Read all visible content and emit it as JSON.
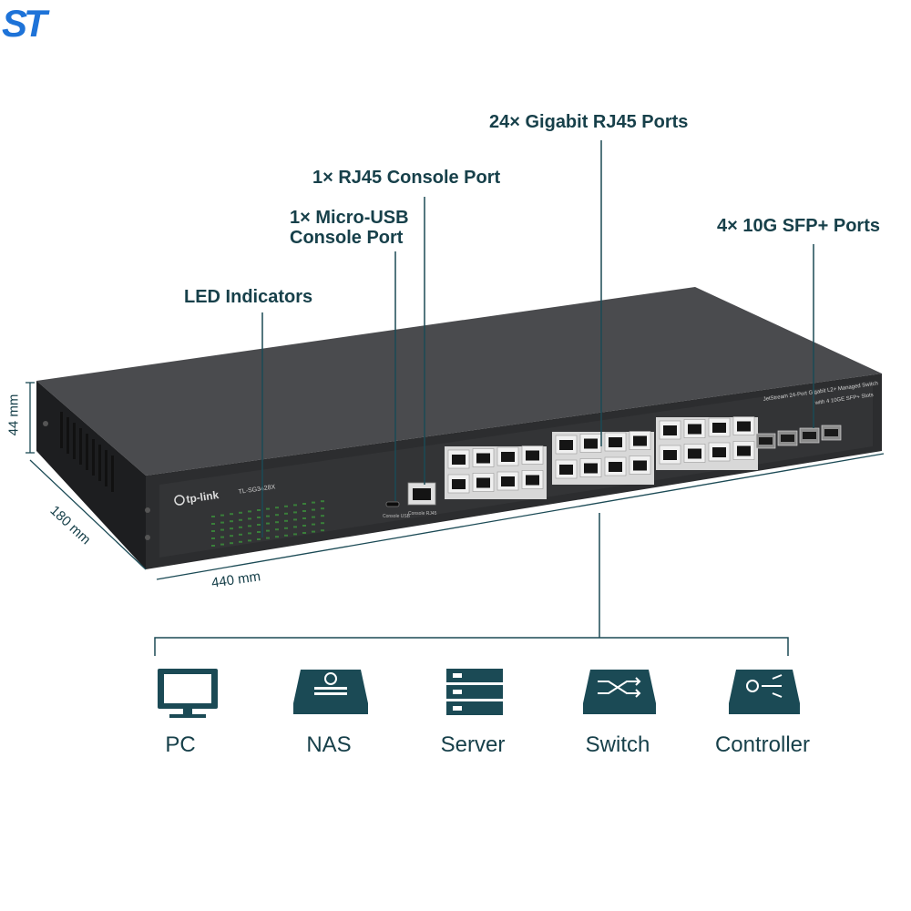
{
  "watermark": {
    "text": "ST",
    "color": "#1e73d8"
  },
  "colors": {
    "teal": "#1b4a55",
    "text": "#17404a",
    "chassis_front": "#2c2d2f",
    "chassis_top": "#4a4b4e",
    "chassis_side": "#1d1e20",
    "port": "#e6e6e6",
    "led": "#3a7f3a"
  },
  "callouts": {
    "led_indicators": "LED Indicators",
    "micro_usb_line1": "1× Micro-USB",
    "micro_usb_line2": "Console Port",
    "rj45_console": "1× RJ45 Console Port",
    "gigabit_ports": "24× Gigabit RJ45 Ports",
    "sfp_ports": "4× 10G SFP+ Ports"
  },
  "dimensions": {
    "height": "44 mm",
    "depth": "180 mm",
    "width": "440 mm"
  },
  "device": {
    "brand": "tp-link",
    "model": "TL-SG3428X",
    "description_line1": "JetStream 24-Port Gigabit L2+ Managed Switch",
    "description_line2": "with 4 10GE SFP+ Slots",
    "console_usb_label": "Console USB",
    "console_rj45_label": "Console RJ45"
  },
  "connectable_devices": [
    {
      "label": "PC",
      "icon": "pc-icon"
    },
    {
      "label": "NAS",
      "icon": "nas-icon"
    },
    {
      "label": "Server",
      "icon": "server-icon"
    },
    {
      "label": "Switch",
      "icon": "switch-icon"
    },
    {
      "label": "Controller",
      "icon": "controller-icon"
    }
  ]
}
